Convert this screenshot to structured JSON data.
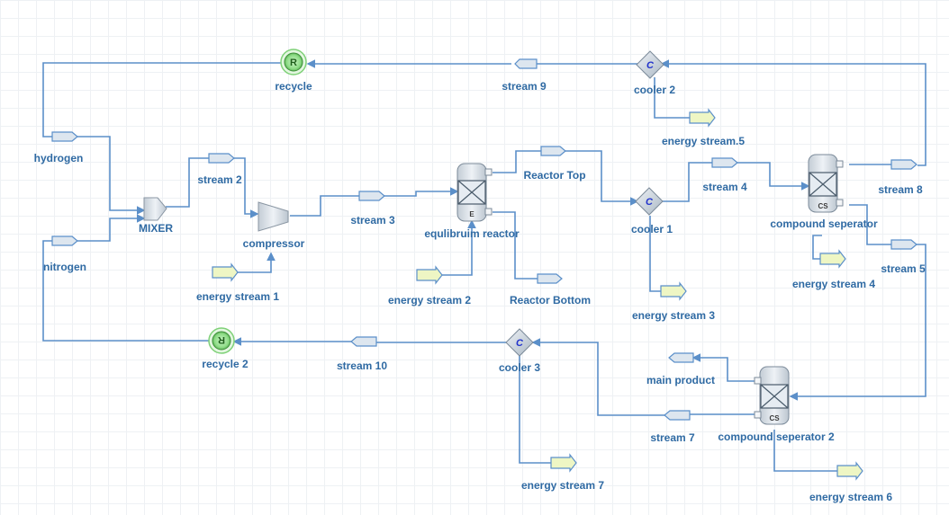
{
  "colors": {
    "connector": "#5b8fc9",
    "label": "#2f6aa3",
    "material_stream": "#dde6ef",
    "energy_stream": "#eef6c4",
    "recycle_fill": "#a6e6a0",
    "cooler_fill": "#c9d3dd"
  },
  "recycle_blocks": [
    {
      "id": "recycle",
      "letter": "R",
      "label": "recycle"
    },
    {
      "id": "recycle2",
      "letter": "R",
      "label": "recycle 2"
    }
  ],
  "coolers": [
    {
      "id": "cooler2",
      "letter": "C",
      "label": "cooler 2"
    },
    {
      "id": "cooler1",
      "letter": "C",
      "label": "cooler 1"
    },
    {
      "id": "cooler3",
      "letter": "C",
      "label": "cooler 3"
    }
  ],
  "units": {
    "mixer": {
      "label": "MIXER"
    },
    "compressor": {
      "label": "compressor"
    },
    "reactor": {
      "label": "equlibruim reactor",
      "tag": "E"
    },
    "separator1": {
      "label": "compound seperator",
      "tag": "CS"
    },
    "separator2": {
      "label": "compound seperator 2",
      "tag": "CS"
    }
  },
  "material_streams": [
    {
      "id": "stream9",
      "label": "stream 9",
      "icon": "stream-arrow-left-icon"
    },
    {
      "id": "hydrogen",
      "label": "hydrogen",
      "icon": "stream-arrow-right-icon"
    },
    {
      "id": "stream2",
      "label": "stream 2",
      "icon": "stream-arrow-right-icon"
    },
    {
      "id": "nitrogen",
      "label": "nitrogen",
      "icon": "stream-arrow-right-icon"
    },
    {
      "id": "stream3",
      "label": "stream 3",
      "icon": "stream-arrow-right-icon"
    },
    {
      "id": "reactor_top",
      "label": "Reactor Top",
      "icon": "stream-arrow-right-icon"
    },
    {
      "id": "reactor_bottom",
      "label": "Reactor Bottom",
      "icon": "stream-arrow-right-icon"
    },
    {
      "id": "stream4",
      "label": "stream 4",
      "icon": "stream-arrow-right-icon"
    },
    {
      "id": "stream8",
      "label": "stream 8",
      "icon": "stream-arrow-right-icon"
    },
    {
      "id": "stream5",
      "label": "stream 5",
      "icon": "stream-arrow-right-icon"
    },
    {
      "id": "stream10",
      "label": "stream 10",
      "icon": "stream-arrow-left-icon"
    },
    {
      "id": "main_product",
      "label": "main product",
      "icon": "stream-arrow-left-icon"
    },
    {
      "id": "stream7",
      "label": "stream 7",
      "icon": "stream-arrow-left-icon"
    }
  ],
  "energy_streams": [
    {
      "id": "energy5",
      "label": "energy stream.5"
    },
    {
      "id": "energy1",
      "label": "energy stream 1"
    },
    {
      "id": "energy2",
      "label": "energy stream 2"
    },
    {
      "id": "energy3",
      "label": "energy stream 3"
    },
    {
      "id": "energy4",
      "label": "energy stream 4"
    },
    {
      "id": "energy7",
      "label": "energy stream 7"
    },
    {
      "id": "energy6",
      "label": "energy stream 6"
    }
  ]
}
